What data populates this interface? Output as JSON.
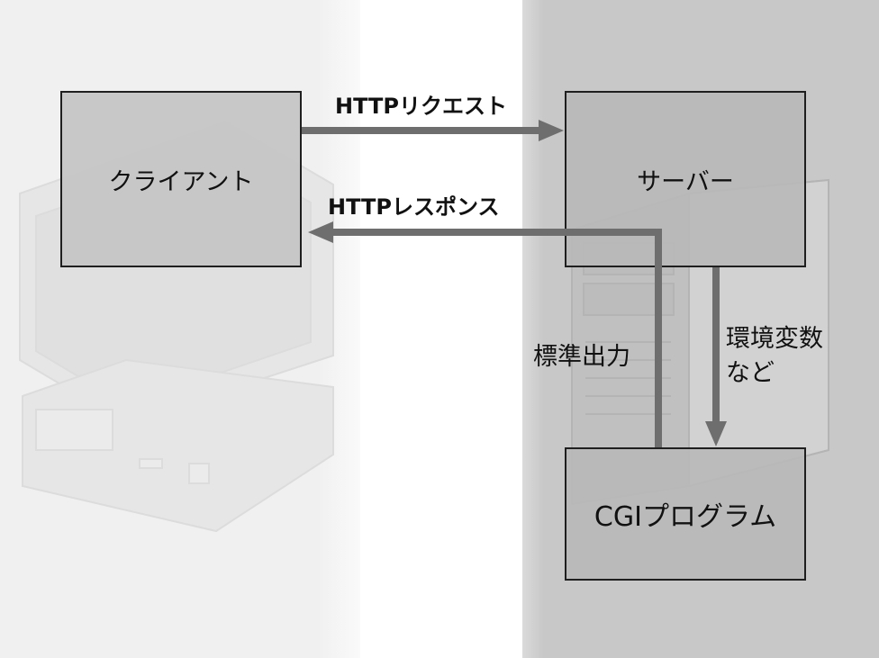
{
  "nodes": {
    "client": "クライアント",
    "server": "サーバー",
    "cgi": "CGIプログラム"
  },
  "edges": {
    "http_request": "HTTPリクエスト",
    "http_response": "HTTPレスポンス",
    "stdout": "標準出力",
    "env_line1": "環境変数",
    "env_line2": "など"
  },
  "colors": {
    "box_fill": "#c8c8c8",
    "box_border": "#1f1f1f",
    "arrow": "#6e6e6e",
    "client_panel": "#f0f0f0",
    "server_panel": "#c8c8c8"
  },
  "icons": [
    "desktop-computer-icon",
    "tower-server-icon"
  ]
}
